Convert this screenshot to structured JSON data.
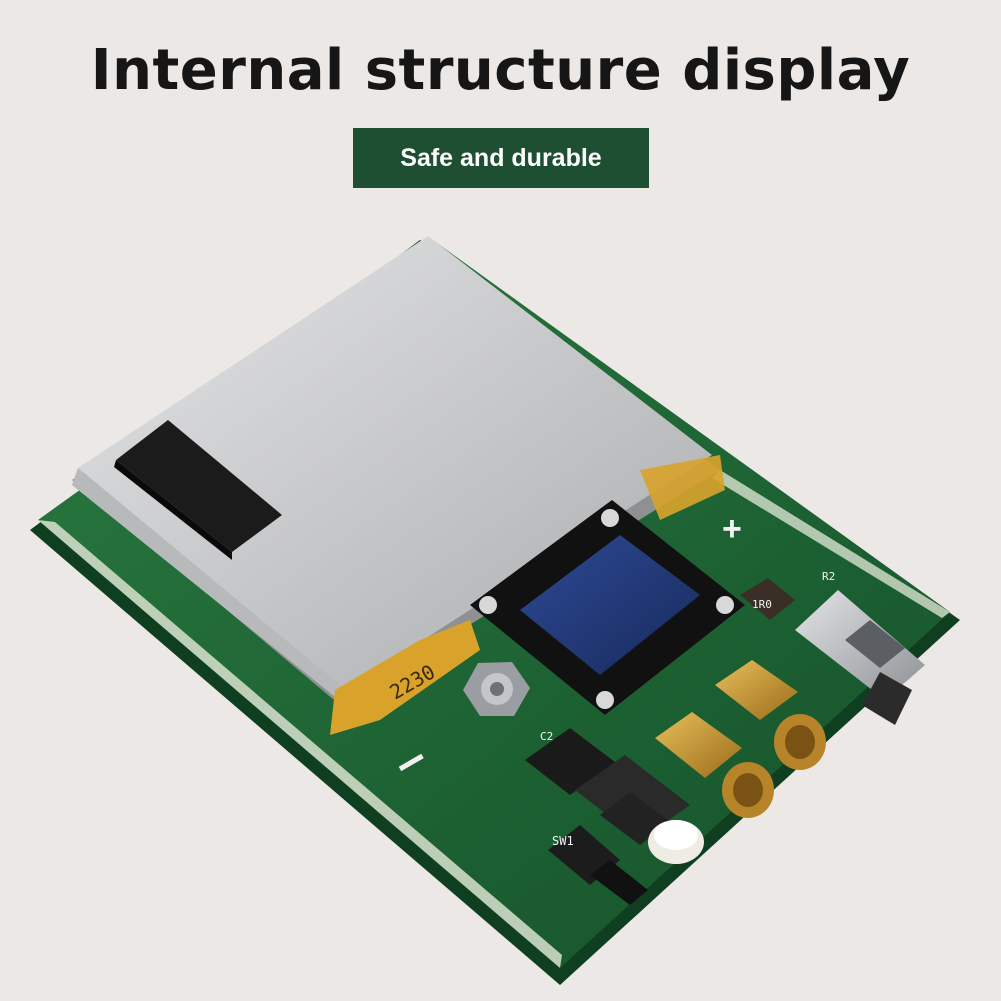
{
  "title": "Internal structure display",
  "badge": "Safe and durable",
  "colors": {
    "background": "#ebe8e5",
    "badge": "#1f4f33",
    "pcb": "#1e6a34",
    "battery": "#c9cacb",
    "screen": "#243a7a",
    "gold": "#c9962e"
  },
  "board_labels": {
    "sw1": "SW1",
    "r2": "R2",
    "c2": "C2",
    "inductor": "1R0",
    "battery_print": "2230"
  }
}
